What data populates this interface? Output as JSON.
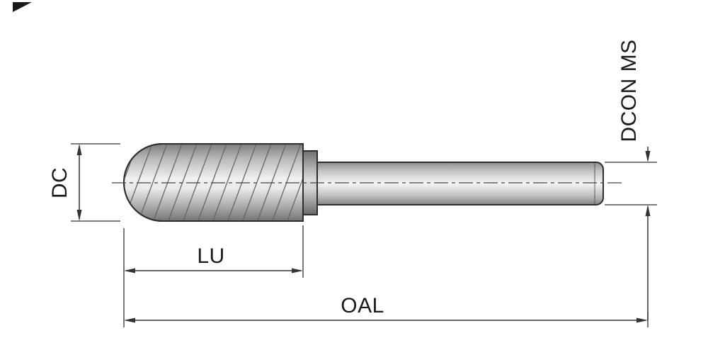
{
  "page": {
    "background": "#ffffff"
  },
  "drawing": {
    "kind": "rotary-burr-dimension-diagram",
    "labels": {
      "dc": "DC",
      "lu": "LU",
      "oal": "OAL",
      "dcon_ms": "DCON MS"
    },
    "colors": {
      "line": "#333333",
      "text": "#1a1a1a",
      "outline": "#2d2d2d",
      "hatch": "#666666",
      "metal_highlight": "#f2f2f2",
      "metal_shadow": "#7a7a7a"
    },
    "parts": [
      "cutting-head",
      "neck",
      "shank"
    ]
  }
}
